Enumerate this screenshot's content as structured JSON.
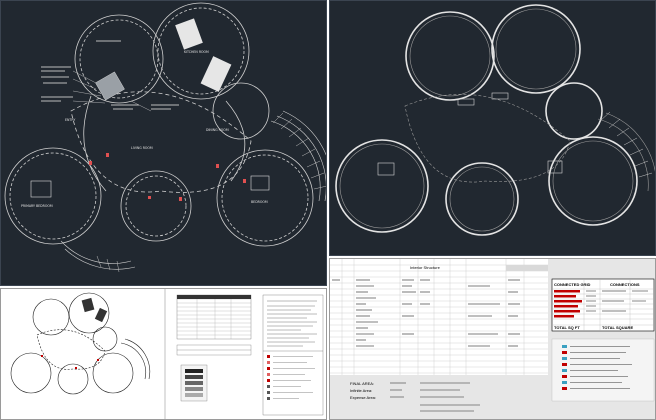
{
  "floor_plan_labels": {
    "living_room": "LIVING ROOM",
    "dining_room": "DINING ROOM",
    "kitchen_room": "KITCHEN ROOM",
    "primary_bedroom": "PRIMARY BEDROOM",
    "bedroom": "BEDROOM",
    "entry": "ENTRY"
  },
  "spreadsheet": {
    "center_header": "Interior Structure",
    "right_header": "CONNECTED GRID",
    "right_header2": "CONNECTIONS",
    "summary1": "TOTAL SQ FT",
    "summary2": "TOTAL SQUARE",
    "bottom_lines": [
      "FINAL AREA:",
      "Infinite Area:",
      "Expense Area:"
    ]
  },
  "colors": {
    "cad_background": "#212830",
    "cad_line": "#d8d8d8",
    "cad_highlight": "#e05050",
    "sheet_red": "#c00000",
    "sheet_cyan": "#3aa0c0"
  }
}
